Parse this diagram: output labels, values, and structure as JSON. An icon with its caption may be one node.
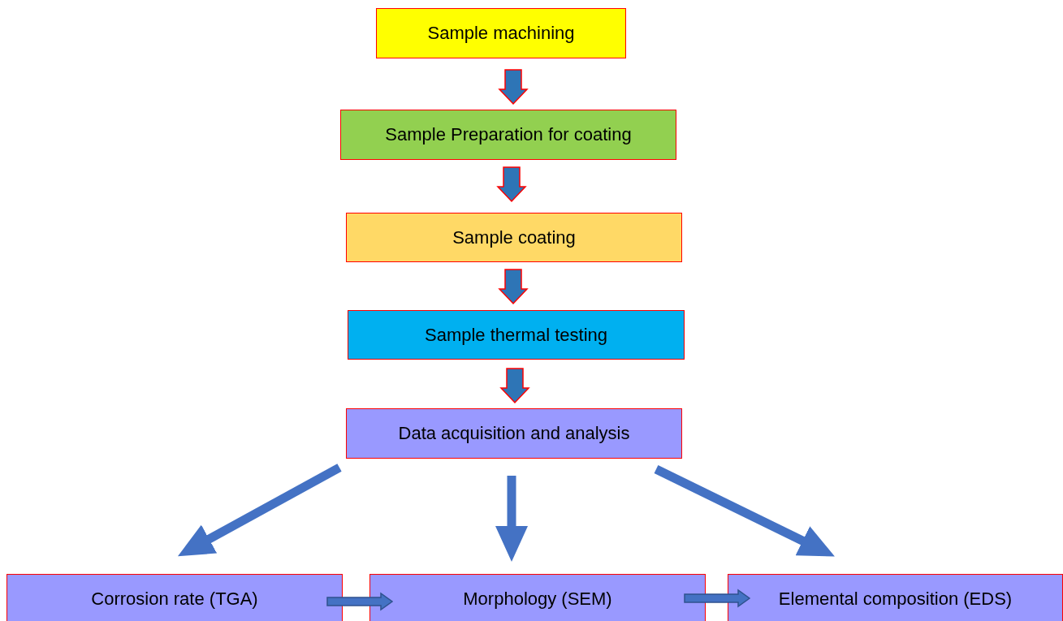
{
  "diagram": {
    "nodes": [
      {
        "text": [
          "Sample machining"
        ]
      },
      {
        "text": [
          "Sample Preparation for coating"
        ]
      },
      {
        "text": [
          "Sample coating"
        ]
      },
      {
        "text": [
          "Sample thermal testing"
        ]
      },
      {
        "text": [
          "Data acquisition and analysis"
        ]
      },
      {
        "text": [
          "Corrosion rate (TGA)"
        ]
      },
      {
        "text": [
          "Morphology (SEM)"
        ]
      },
      {
        "text": [
          "Elemental composition (EDS)"
        ]
      }
    ],
    "edges": [
      {
        "from": 0,
        "to": 1,
        "arrow": "to"
      },
      {
        "from": 1,
        "to": 2,
        "arrow": "to"
      },
      {
        "from": 2,
        "to": 3,
        "arrow": "to"
      },
      {
        "from": 3,
        "to": 4,
        "arrow": "to"
      },
      {
        "from": 4,
        "to": 5,
        "arrow": "to"
      },
      {
        "from": 4,
        "to": 6,
        "arrow": "to"
      },
      {
        "from": 4,
        "to": 7,
        "arrow": "to"
      },
      {
        "from": 5,
        "to": 6,
        "arrow": "to"
      },
      {
        "from": 6,
        "to": 7,
        "arrow": "to"
      }
    ]
  }
}
